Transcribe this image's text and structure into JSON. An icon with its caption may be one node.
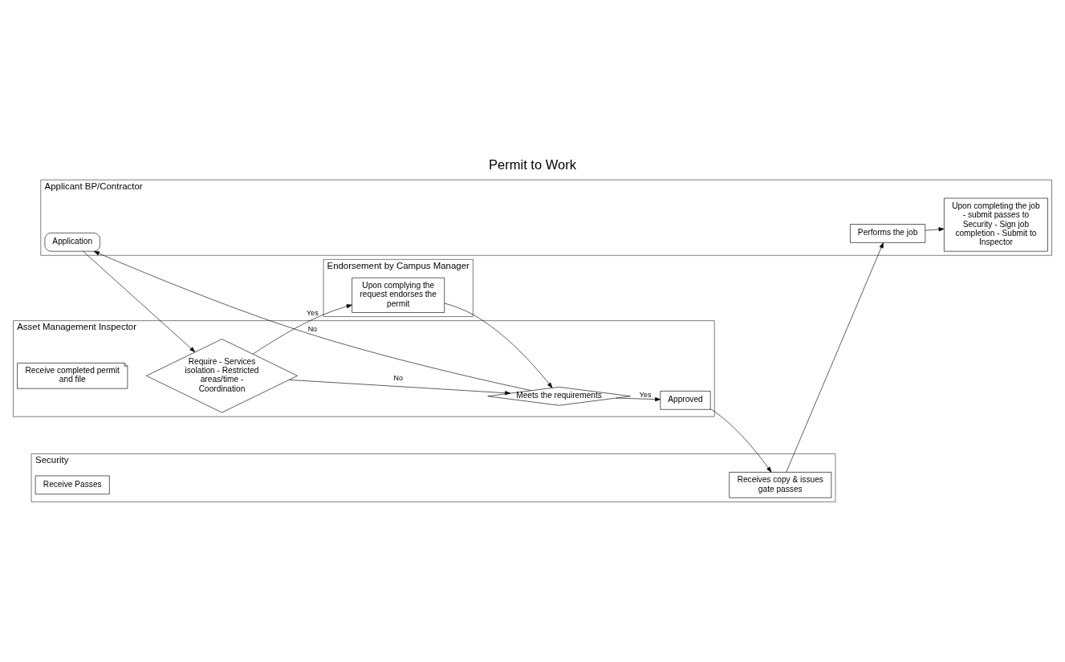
{
  "diagram": {
    "title": "Permit to Work",
    "nodes": [
      {
        "text": [
          "Applicant BP/Contractor"
        ]
      },
      {
        "text": [
          "Application"
        ],
        "in": 0
      },
      {
        "text": [
          "Performs the job"
        ],
        "in": 0
      },
      {
        "text": [
          "Upon completing the job - submit passes to Security - Sign job completion - Submit to Inspector"
        ],
        "in": 0
      },
      {
        "text": [
          "Asset Management Inspector"
        ]
      },
      {
        "text": [
          "Require - Services isolation - Restricted areas/time - Coordination"
        ],
        "in": 4
      },
      {
        "text": [
          "Meets the requirements"
        ],
        "in": 4
      },
      {
        "text": [
          "Approved"
        ],
        "in": 4
      },
      {
        "text": [
          "Receive completed permit and file"
        ],
        "in": 4
      },
      {
        "text": [
          "Endorsement by Campus Manager"
        ]
      },
      {
        "text": [
          "Upon complying the request endorses the permit"
        ],
        "in": 9
      },
      {
        "text": [
          "Security"
        ]
      },
      {
        "text": [
          "Receives copy & issues gate passes"
        ],
        "in": 11
      },
      {
        "text": [
          "Receive Passes"
        ],
        "in": 11
      }
    ],
    "edges": [
      {
        "from": 1,
        "to": 5,
        "arrow": "to"
      },
      {
        "from": 5,
        "to": 6,
        "label": "No",
        "arrow": "to"
      },
      {
        "from": 6,
        "to": 1,
        "label": "No",
        "arrow": "to"
      },
      {
        "from": 6,
        "to": 7,
        "label": "Yes",
        "arrow": "to"
      },
      {
        "from": 5,
        "to": 10,
        "label": "Yes",
        "arrow": "to"
      },
      {
        "from": 10,
        "to": 6,
        "arrow": "to"
      },
      {
        "from": 7,
        "to": 12,
        "arrow": "to"
      },
      {
        "from": 12,
        "to": 2,
        "arrow": "to"
      },
      {
        "from": 2,
        "to": 3,
        "arrow": "to"
      }
    ]
  }
}
